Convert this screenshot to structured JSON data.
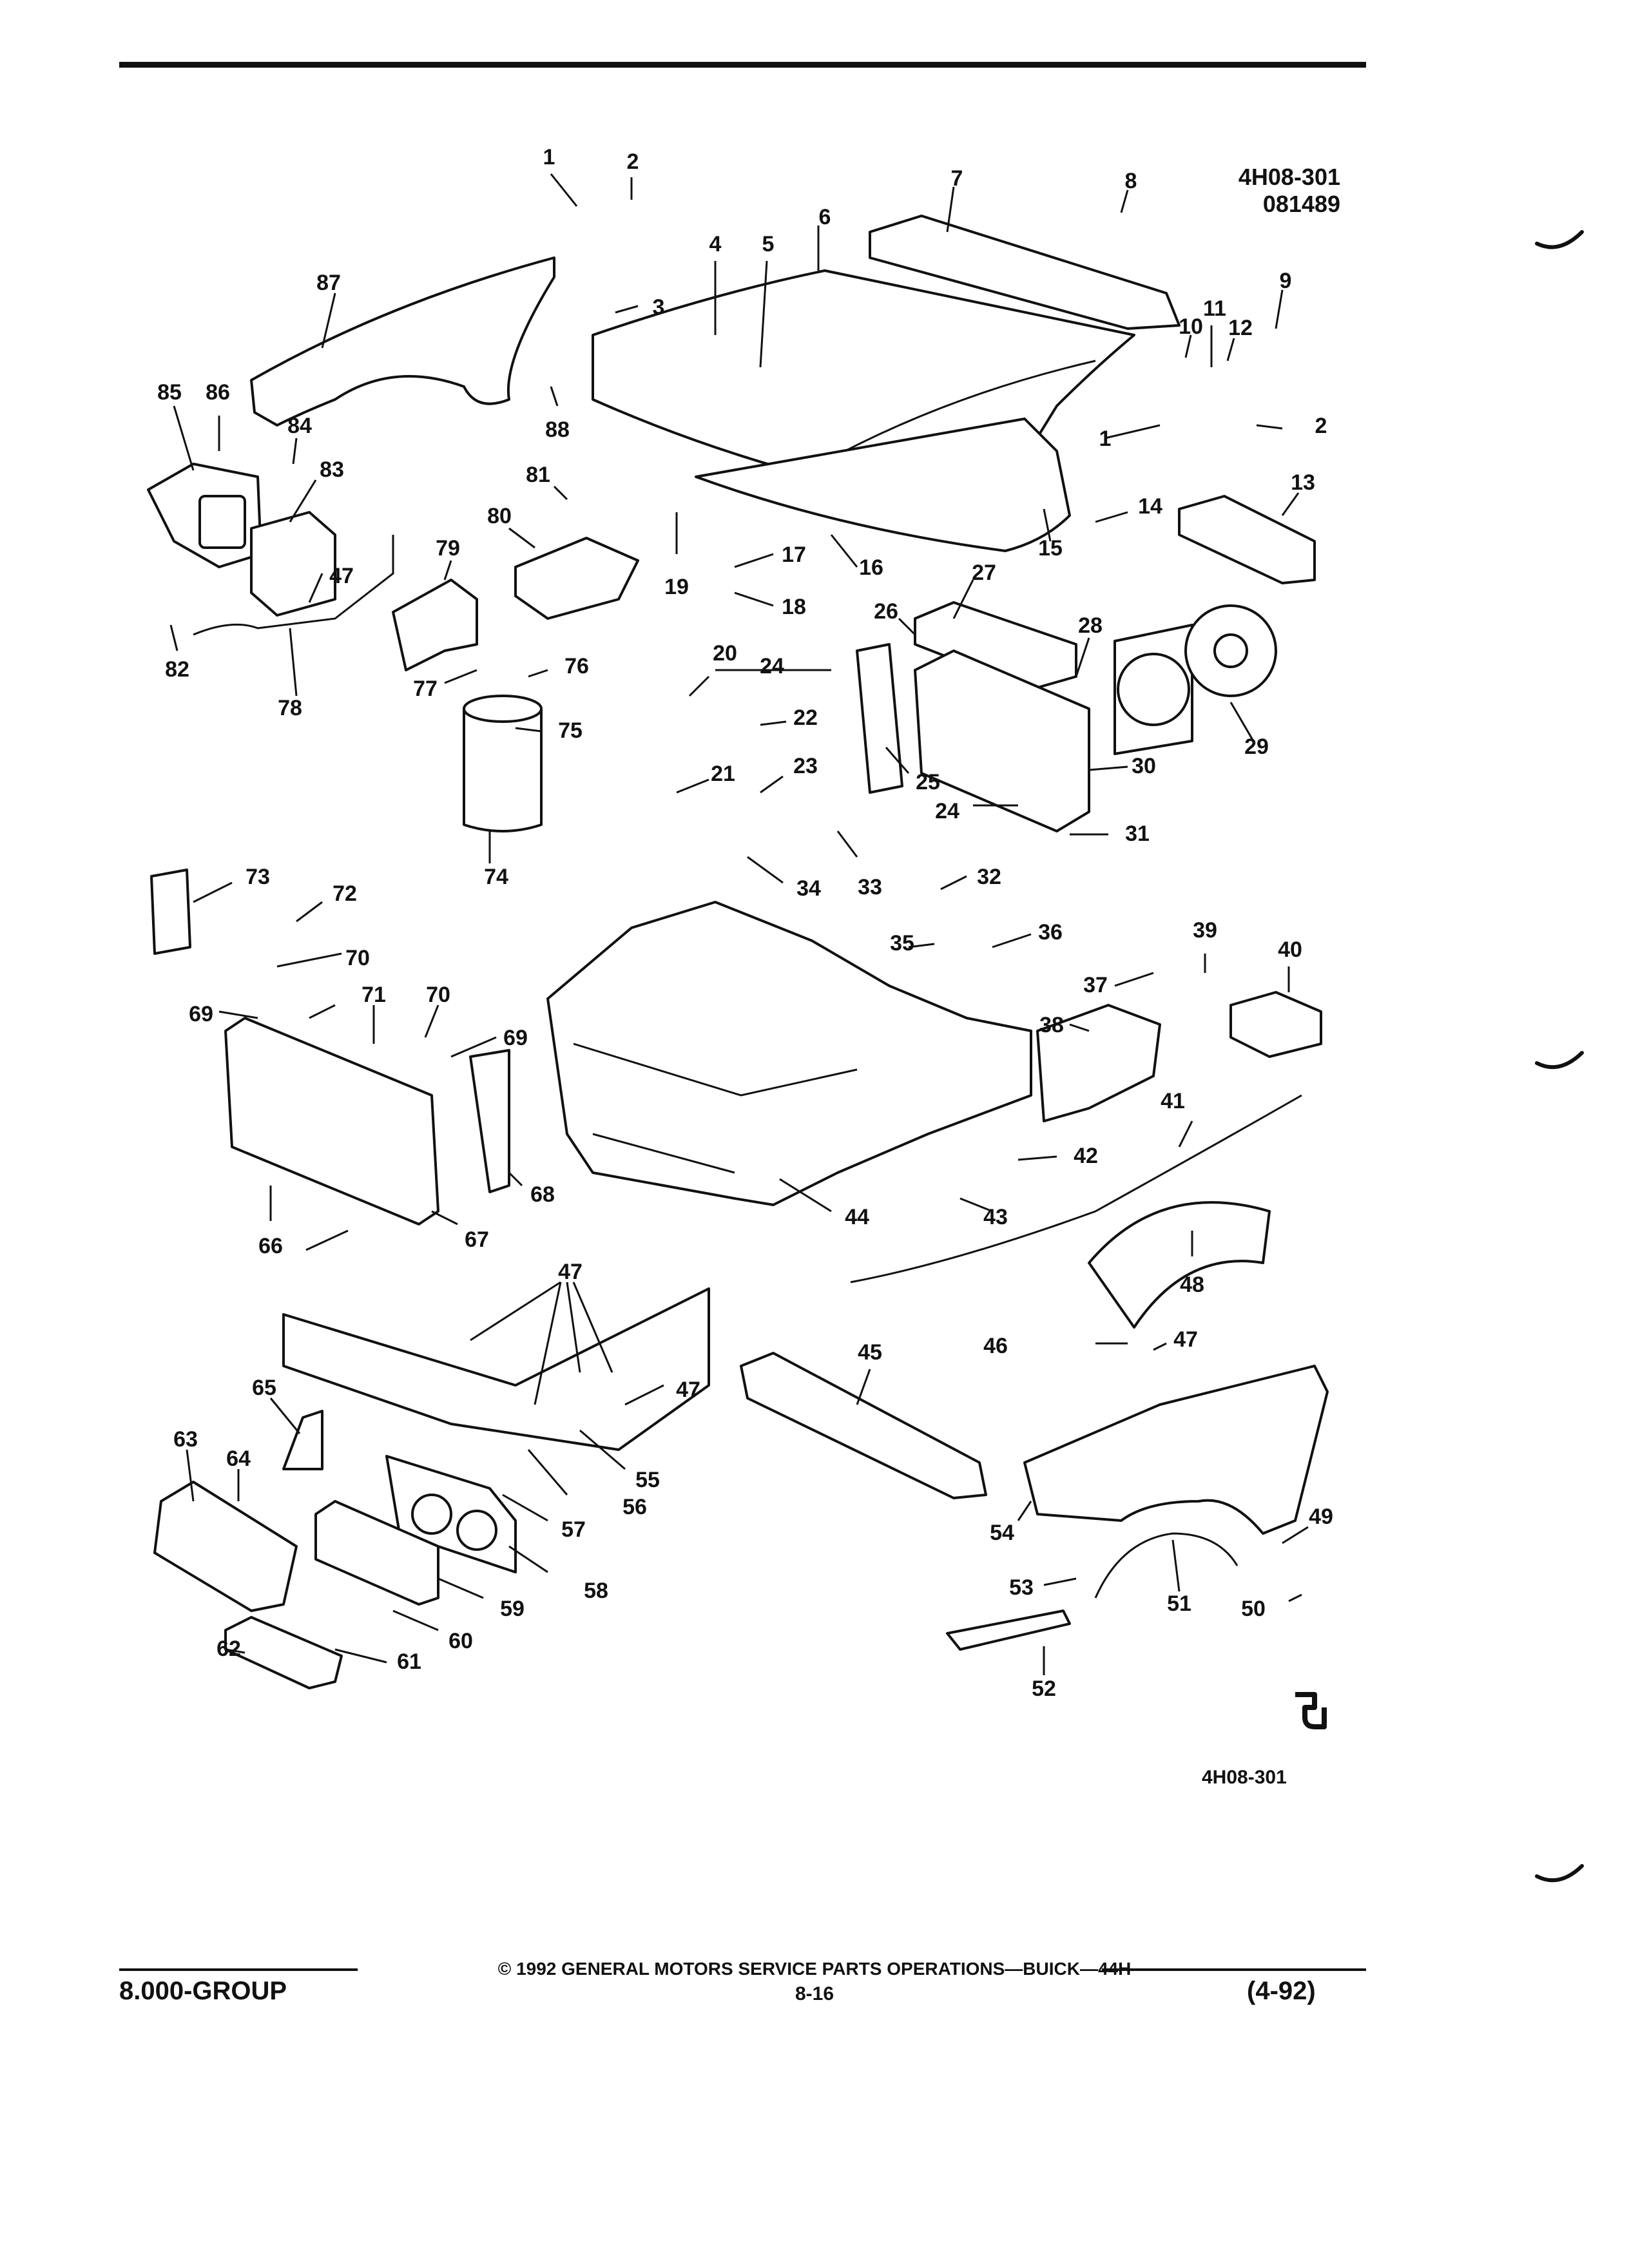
{
  "header": {
    "illustration_code": "4H08-301",
    "date_code": "081489"
  },
  "figure": {
    "callout_numbers": [
      "1",
      "2",
      "3",
      "4",
      "5",
      "6",
      "7",
      "8",
      "9",
      "10",
      "11",
      "12",
      "13",
      "14",
      "15",
      "16",
      "17",
      "18",
      "19",
      "20",
      "21",
      "22",
      "23",
      "24",
      "25",
      "26",
      "27",
      "28",
      "29",
      "30",
      "31",
      "32",
      "33",
      "34",
      "35",
      "36",
      "37",
      "38",
      "39",
      "40",
      "41",
      "42",
      "43",
      "44",
      "45",
      "46",
      "47",
      "48",
      "49",
      "50",
      "51",
      "52",
      "53",
      "54",
      "55",
      "56",
      "57",
      "58",
      "59",
      "60",
      "61",
      "62",
      "63",
      "64",
      "65",
      "66",
      "67",
      "68",
      "69",
      "70",
      "71",
      "72",
      "73",
      "74",
      "75",
      "76",
      "77",
      "78",
      "79",
      "80",
      "81",
      "82",
      "83",
      "84",
      "85",
      "86",
      "87",
      "88"
    ],
    "bottom_code": "4H08-301"
  },
  "footer": {
    "group": "8.000-GROUP",
    "copyright": "© 1992 GENERAL MOTORS SERVICE PARTS OPERATIONS—BUICK—44H",
    "page_number": "8-16",
    "revision": "(4-92)"
  }
}
